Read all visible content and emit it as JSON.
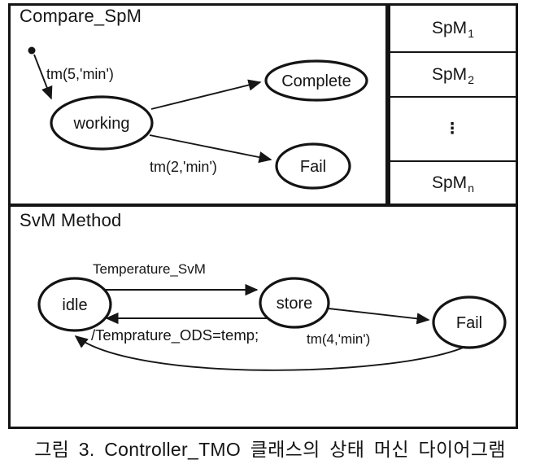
{
  "figure": {
    "compare_box": {
      "title": "Compare_SpM",
      "states": {
        "working": "working",
        "complete": "Complete",
        "fail": "Fail"
      },
      "transitions": {
        "init_label": "tm(5,'min')",
        "fail_label": "tm(2,'min')"
      }
    },
    "spm_table": {
      "rows": [
        {
          "base": "SpM",
          "sub": "1"
        },
        {
          "base": "SpM",
          "sub": "2"
        },
        {
          "base": "⋮",
          "sub": ""
        },
        {
          "base": "SpM",
          "sub": "n"
        }
      ]
    },
    "svm_box": {
      "title": "SvM Method",
      "states": {
        "idle": "idle",
        "store": "store",
        "fail": "Fail"
      },
      "transitions": {
        "idle_to_store": "Temperature_SvM",
        "store_to_idle": "/Temprature_ODS=temp;",
        "store_to_fail": "tm(4,'min')"
      }
    }
  },
  "caption": "그림 3. Controller_TMO 클래스의 상태 머신 다이어그램",
  "colors": {
    "line": "#141414",
    "text": "#151515",
    "background": "#ffffff"
  }
}
